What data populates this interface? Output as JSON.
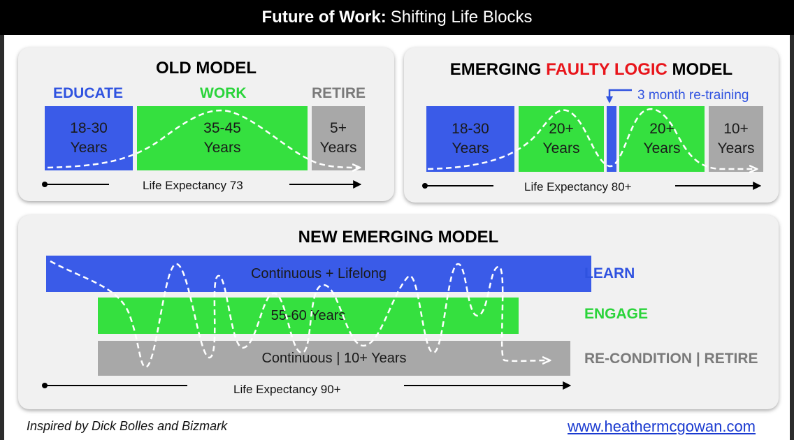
{
  "header": {
    "title_strong": "Future of Work:",
    "title_rest": "Shifting Life Blocks"
  },
  "old_model": {
    "title": "OLD MODEL",
    "labels": [
      "EDUCATE",
      "WORK",
      "RETIRE"
    ],
    "blocks": [
      {
        "line1": "18-30",
        "line2": "Years"
      },
      {
        "line1": "35-45",
        "line2": "Years"
      },
      {
        "line1": "5+",
        "line2": "Years"
      }
    ],
    "life_expectancy": "Life Expectancy 73"
  },
  "faulty_model": {
    "title_pre": "EMERGING ",
    "title_red": "FAULTY LOGIC",
    "title_post": " MODEL",
    "note": "3 month re-training",
    "blocks": [
      {
        "line1": "18-30",
        "line2": "Years"
      },
      {
        "line1": "20+",
        "line2": "Years"
      },
      {
        "line1": "20+",
        "line2": "Years"
      },
      {
        "line1": "10+",
        "line2": "Years"
      }
    ],
    "life_expectancy": "Life Expectancy 80+"
  },
  "new_model": {
    "title": "NEW EMERGING MODEL",
    "bars": [
      {
        "text": "Continuous + Lifelong",
        "label": "LEARN"
      },
      {
        "text": "55-60 Years",
        "label": "ENGAGE"
      },
      {
        "text": "Continuous | 10+ Years",
        "label": "RE-CONDITION | RETIRE"
      }
    ],
    "life_expectancy": "Life Expectancy 90+"
  },
  "footer": {
    "credit": "Inspired by Dick Bolles and Bizmark",
    "url": "www.heathermcgowan.com"
  },
  "colors": {
    "blue": "#3a5be8",
    "green": "#35e03f",
    "gray": "#a8a8a8",
    "red": "#e8151b",
    "label_blue": "#2f52e0",
    "label_green": "#2ad43a",
    "label_gray": "#7a7a7a"
  }
}
